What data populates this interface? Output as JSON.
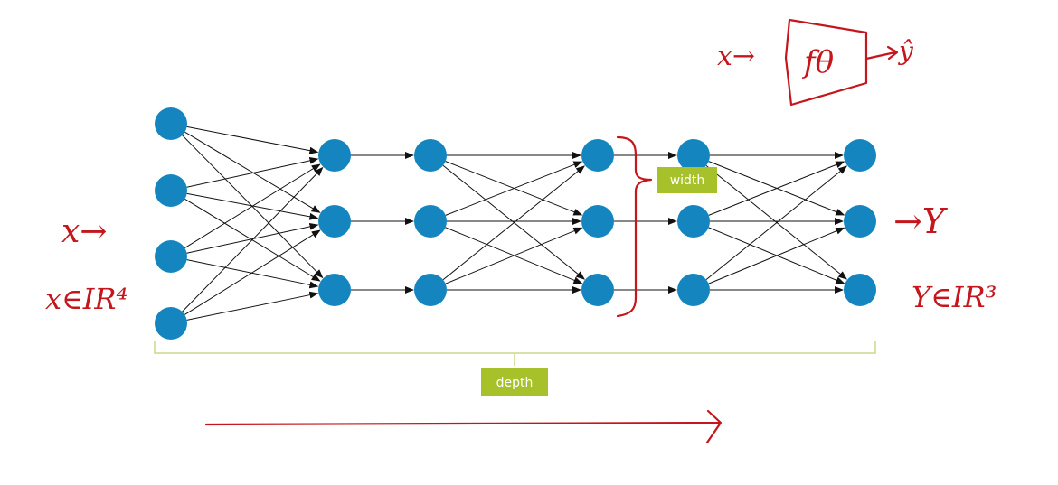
{
  "labels": {
    "width": "width",
    "depth": "depth"
  },
  "annotations": {
    "input_arrow": "x→",
    "input_space": "x∈IR⁴",
    "output_arrow": "→Y",
    "output_space": "Y∈IR³",
    "model_input": "x→",
    "model_fn": "fθ",
    "model_output": "ŷ"
  },
  "network": {
    "layer_sizes": [
      4,
      3,
      3,
      3,
      3,
      3
    ],
    "connections": [
      "full",
      "one-to-one",
      "full",
      "one-to-one",
      "full"
    ]
  },
  "colors": {
    "node": "#1585c0",
    "label_box": "#a7c12b",
    "ink": "#c4161c"
  }
}
